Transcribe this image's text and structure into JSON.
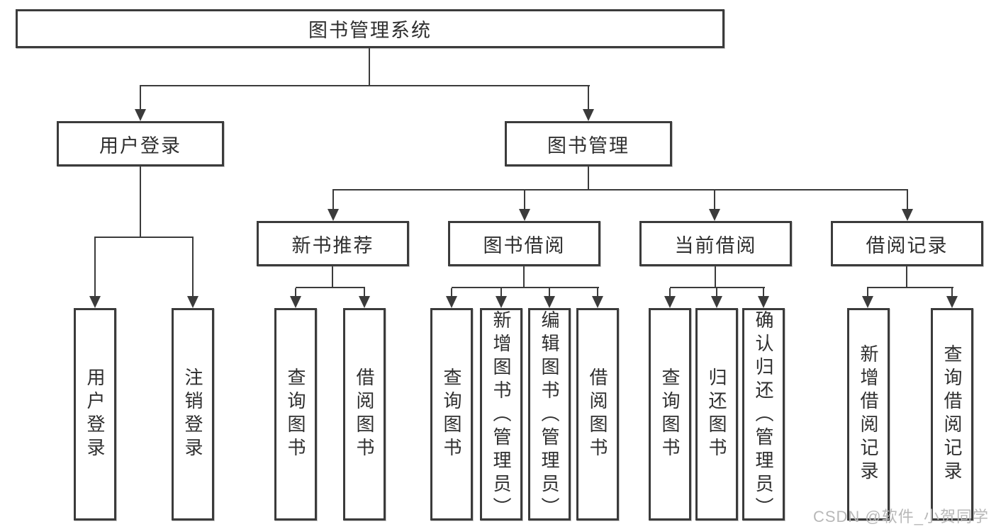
{
  "diagram": {
    "root": {
      "label": "图书管理系统"
    },
    "level2": [
      {
        "label": "用户登录"
      },
      {
        "label": "图书管理"
      }
    ],
    "level3": [
      {
        "label": "新书推荐"
      },
      {
        "label": "图书借阅"
      },
      {
        "label": "当前借阅"
      },
      {
        "label": "借阅记录"
      }
    ],
    "leaves": [
      {
        "label": "用户登录"
      },
      {
        "label": "注销登录"
      },
      {
        "label": "查询图书"
      },
      {
        "label": "借阅图书"
      },
      {
        "label": "查询图书"
      },
      {
        "label": "新增图书（管理员）"
      },
      {
        "label": "编辑图书（管理员）"
      },
      {
        "label": "借阅图书"
      },
      {
        "label": "查询图书"
      },
      {
        "label": "归还图书"
      },
      {
        "label": "确认归还（管理员）"
      },
      {
        "label": "新增借阅记录"
      },
      {
        "label": "查询借阅记录"
      }
    ]
  },
  "watermark": "CSDN @软件_小贺同学",
  "colors": {
    "line": "#3b3b3b",
    "text": "#2f2f2f",
    "background": "#ffffff",
    "watermark": "#b8b8b8"
  }
}
